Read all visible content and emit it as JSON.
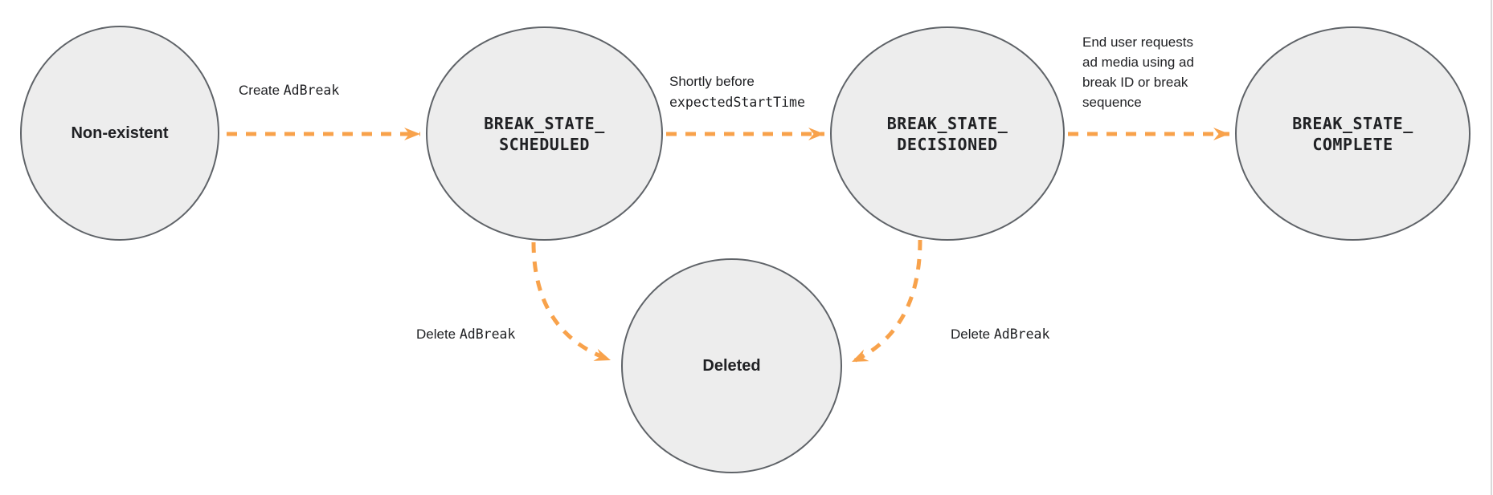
{
  "diagram": {
    "type": "state-diagram",
    "colors": {
      "arrow": "#F8A24B",
      "node_fill": "#EDEDED",
      "node_border": "#5F6368",
      "text": "#202124"
    },
    "nodes": [
      {
        "id": "non-existent",
        "label": "Non-existent",
        "style": "plain"
      },
      {
        "id": "break-state-scheduled",
        "label": "BREAK_STATE_\nSCHEDULED",
        "style": "code"
      },
      {
        "id": "break-state-decisioned",
        "label": "BREAK_STATE_\nDECISIONED",
        "style": "code"
      },
      {
        "id": "break-state-complete",
        "label": "BREAK_STATE_\nCOMPLETE",
        "style": "code"
      },
      {
        "id": "deleted",
        "label": "Deleted",
        "style": "plain"
      }
    ],
    "edges": [
      {
        "from": "non-existent",
        "to": "break-state-scheduled",
        "label_plain": "Create ",
        "label_code": "AdBreak"
      },
      {
        "from": "break-state-scheduled",
        "to": "break-state-decisioned",
        "label_plain": "Shortly before",
        "label_code": "expectedStartTime"
      },
      {
        "from": "break-state-decisioned",
        "to": "break-state-complete",
        "label_plain": "End user requests\nad media using ad\nbreak ID or break\nsequence"
      },
      {
        "from": "break-state-scheduled",
        "to": "deleted",
        "label_plain": "Delete ",
        "label_code": "AdBreak"
      },
      {
        "from": "break-state-decisioned",
        "to": "deleted",
        "label_plain": "Delete ",
        "label_code": "AdBreak"
      }
    ]
  }
}
